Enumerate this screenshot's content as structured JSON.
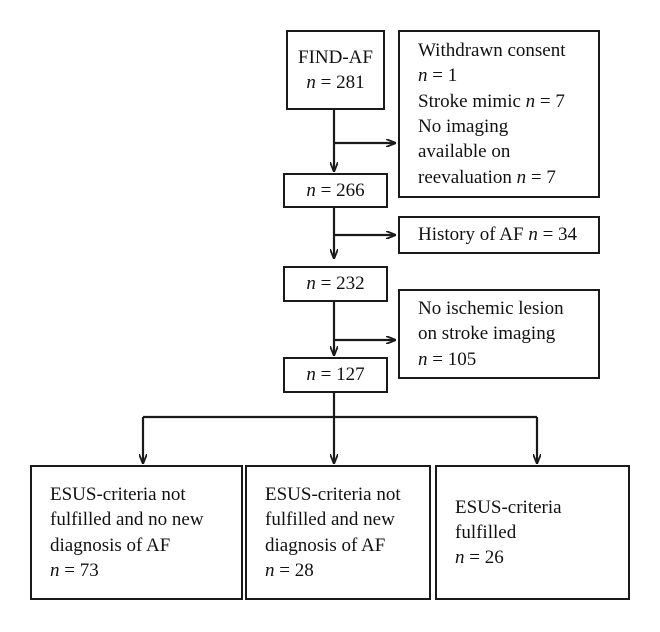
{
  "figure": {
    "type": "flowchart",
    "orientation": "top-down",
    "stroke_color": "#1a1a1a",
    "background_color": "#ffffff"
  },
  "nodes": {
    "cohort_start": {
      "name": "FIND-AF cohort",
      "lines": [
        "FIND-AF",
        "n = 281"
      ],
      "count": 281
    },
    "excluded_first": {
      "name": "first exclusions",
      "lines": [
        "Withdrawn consent",
        "n = 1",
        "Stroke mimic n = 7",
        "No imaging",
        "available on",
        "reevaluation n = 7"
      ]
    },
    "remaining_266": {
      "name": "remaining after first exclusions",
      "lines": [
        "n = 266"
      ],
      "count": 266
    },
    "excluded_history_af": {
      "name": "history of atrial fibrillation",
      "lines": [
        "History of AF n = 34"
      ],
      "count": 34
    },
    "remaining_232": {
      "name": "remaining after history of AF exclusion",
      "lines": [
        "n = 232"
      ],
      "count": 232
    },
    "excluded_no_lesion": {
      "name": "no ischemic lesion",
      "lines": [
        "No ischemic lesion",
        "on stroke imaging",
        "n = 105"
      ],
      "count": 105
    },
    "remaining_127": {
      "name": "final analysed cohort",
      "lines": [
        "n = 127"
      ],
      "count": 127
    },
    "outcome_left": {
      "name": "ESUS criteria not fulfilled, no new AF",
      "lines": [
        "ESUS-criteria not",
        "fulfilled and no new",
        "diagnosis of AF",
        "n = 73"
      ],
      "count": 73
    },
    "outcome_middle": {
      "name": "ESUS criteria not fulfilled, new AF",
      "lines": [
        "ESUS-criteria not",
        "fulfilled and new",
        "diagnosis of AF",
        "n = 28"
      ],
      "count": 28
    },
    "outcome_right": {
      "name": "ESUS criteria fulfilled",
      "lines": [
        "ESUS-criteria",
        "fulfilled",
        "n = 26"
      ],
      "count": 26
    }
  }
}
